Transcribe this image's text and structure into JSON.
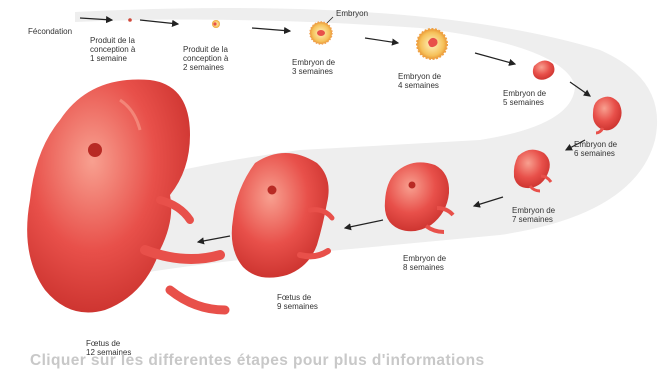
{
  "stages": [
    {
      "id": "fecondation",
      "label": "Fécondation"
    },
    {
      "id": "1-semaine",
      "label": "Produit de la\nconception à\n1 semaine"
    },
    {
      "id": "2-semaines",
      "label": "Produit de la\nconception à\n2 semaines"
    },
    {
      "id": "3-semaines",
      "label": "Embryon de\n3 semaines"
    },
    {
      "id": "4-semaines",
      "label": "Embryon de\n4 semaines"
    },
    {
      "id": "5-semaines",
      "label": "Embryon de\n5 semaines"
    },
    {
      "id": "6-semaines",
      "label": "Embryon de\n6 semaines"
    },
    {
      "id": "7-semaines",
      "label": "Embryon de\n7 semaines"
    },
    {
      "id": "8-semaines",
      "label": "Embryon de\n8 semaines"
    },
    {
      "id": "9-semaines",
      "label": "Fœtus de\n9 semaines"
    },
    {
      "id": "12-semaines",
      "label": "Fœtus de\n12 semaines"
    }
  ],
  "callout": "Embryon",
  "caption": "Cliquer sur les differentes étapes pour plus d'informations",
  "colors": {
    "embryo": "#e8504a",
    "embryo_dark": "#c9302c",
    "embryo_light": "#f8a090",
    "band": "#eeeeee",
    "caption": "#c8c8c8"
  }
}
